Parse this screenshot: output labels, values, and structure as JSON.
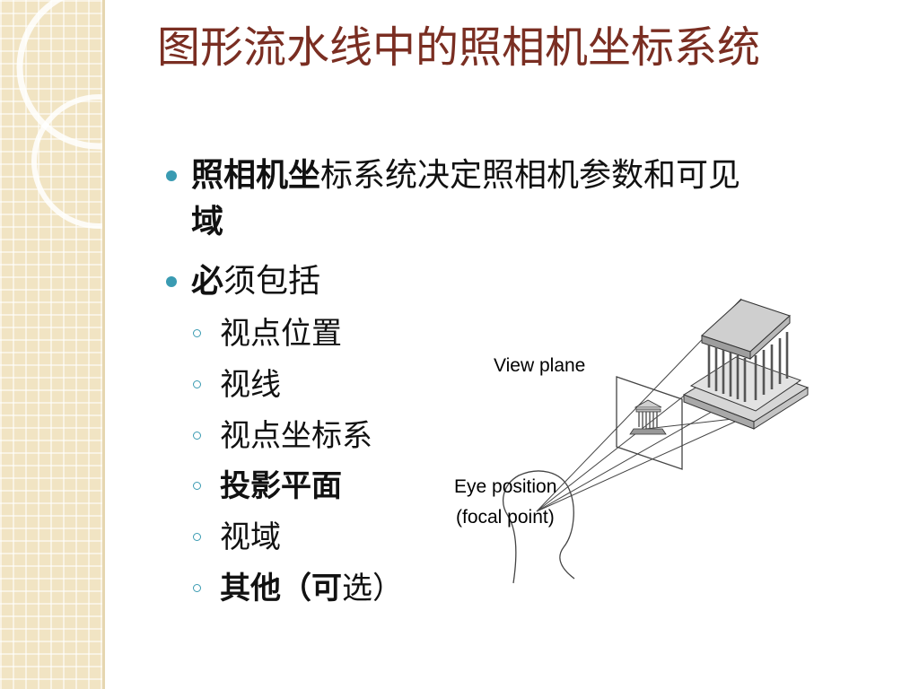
{
  "slide": {
    "title": "图形流水线中的照相机坐标系统"
  },
  "bullets": [
    {
      "bold": "照相机坐",
      "rest": "标系统决定照相机参数和可见",
      "line2": "域"
    },
    {
      "bold": "必",
      "rest": "须包括"
    }
  ],
  "sub_items": [
    {
      "text": "视点位置"
    },
    {
      "text": "视线"
    },
    {
      "text": "视点坐标系"
    },
    {
      "text": "投影平面",
      "bold": true
    },
    {
      "text": "视域"
    },
    {
      "bold_a": "其他（可",
      "normal_b": "选）"
    }
  ],
  "diagram": {
    "view_plane_label": "View plane",
    "eye_label_1": "Eye position",
    "eye_label_2": "(focal point)"
  },
  "colors": {
    "title": "#7a2e22",
    "bullet": "#3a9bb2",
    "sidebar": "#f1e4c3"
  }
}
